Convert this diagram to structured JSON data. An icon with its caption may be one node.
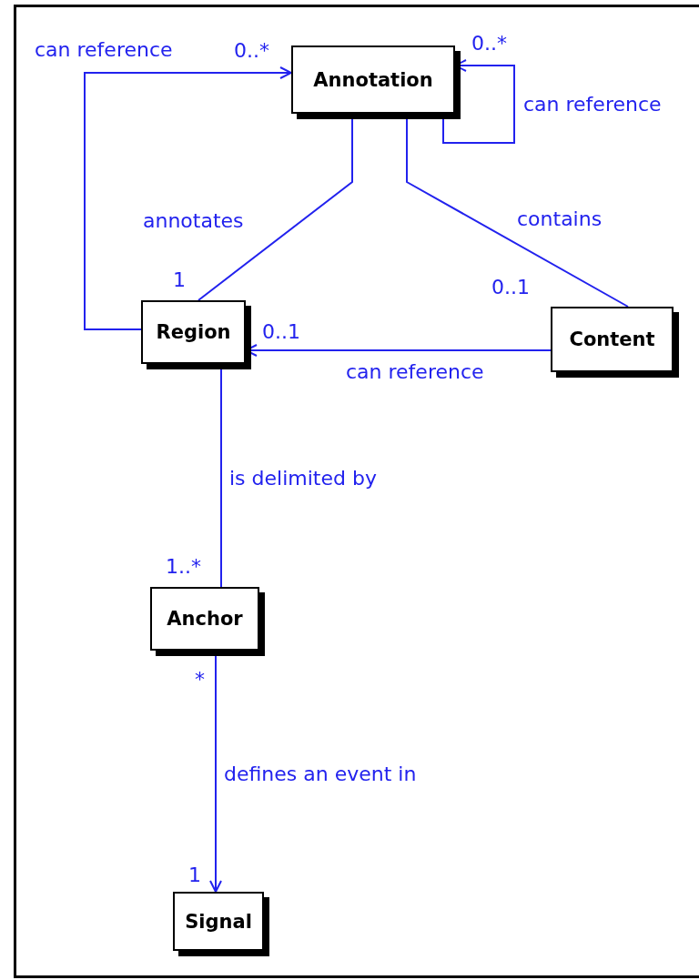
{
  "diagram": {
    "nodes": [
      {
        "text": [
          "Annotation"
        ]
      },
      {
        "text": [
          "Region"
        ]
      },
      {
        "text": [
          "Content"
        ]
      },
      {
        "text": [
          "Anchor"
        ]
      },
      {
        "text": [
          "Signal"
        ]
      }
    ],
    "edges": [
      {
        "from": 1,
        "to": 0,
        "arrow": "to",
        "label": "can reference"
      },
      {
        "from": 0,
        "to": 0,
        "arrow": "to",
        "label": "can reference"
      },
      {
        "from": 0,
        "to": 1,
        "arrow": "none",
        "label": "annotates"
      },
      {
        "from": 0,
        "to": 2,
        "arrow": "none",
        "label": "contains"
      },
      {
        "from": 2,
        "to": 1,
        "arrow": "to",
        "label": "can reference"
      },
      {
        "from": 1,
        "to": 3,
        "arrow": "none",
        "label": "is delimited by"
      },
      {
        "from": 3,
        "to": 4,
        "arrow": "to",
        "label": "defines an event in"
      }
    ],
    "labels": [
      "0..*",
      "0..*",
      "1",
      "0..1",
      "0..1",
      "1..*",
      "*",
      "1"
    ]
  }
}
